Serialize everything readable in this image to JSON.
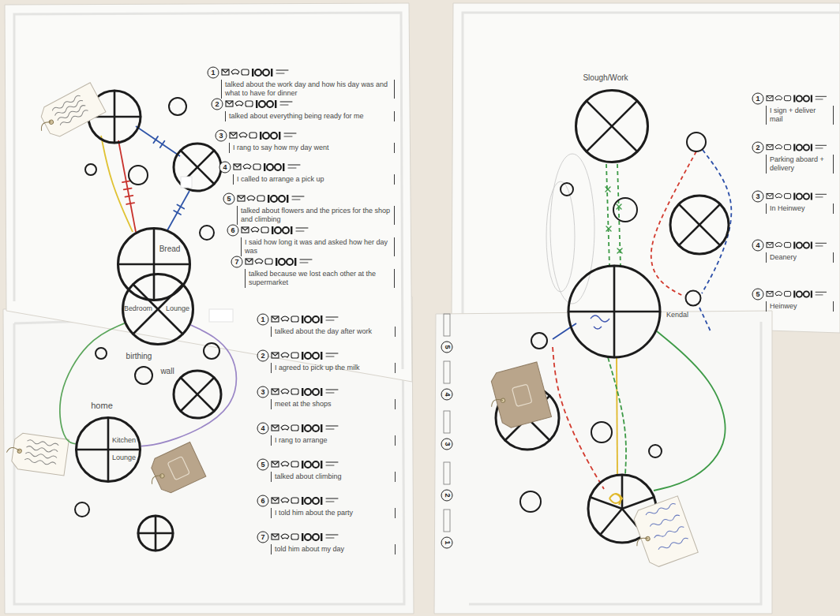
{
  "diagram": {
    "nodes": [
      {
        "text": [
          "Bread"
        ]
      },
      {
        "text": [
          "Bedroom",
          "Lounge"
        ]
      },
      {
        "text": [
          "home",
          "Kitchen",
          "Lounge"
        ]
      },
      {
        "text": [
          "Slough/Work"
        ]
      },
      {
        "text": [
          "Kendal"
        ]
      }
    ],
    "edges": [
      {
        "from": 1,
        "to": 2,
        "arrow": "none"
      },
      {
        "from": 1,
        "to": 2,
        "arrow": "none"
      }
    ],
    "labels": [
      "1",
      "talked about the work day and how his day was and what to have for dinner",
      "2",
      "talked about everything being ready for me",
      "3",
      "I rang to say how my day went",
      "4",
      "I called to arrange a pick up",
      "5",
      "talked about flowers and the prices for the shop and climbing",
      "6",
      "I said how long it was and asked how her day was",
      "7",
      "talked because we lost each other at the supermarket",
      "1",
      "talked about the day after work",
      "2",
      "I agreed to pick up the milk",
      "3",
      "meet at the shops",
      "4",
      "I rang to arrange",
      "5",
      "talked about climbing",
      "6",
      "I told him about the party",
      "7",
      "told him about my day",
      "1",
      "I sign + deliver mail",
      "2",
      "Parking aboard + delivery",
      "3",
      "In Heinwey",
      "4",
      "Deanery",
      "5",
      "Heinwey",
      "5",
      "4",
      "3",
      "2",
      "1",
      "birthing",
      "wall"
    ]
  }
}
